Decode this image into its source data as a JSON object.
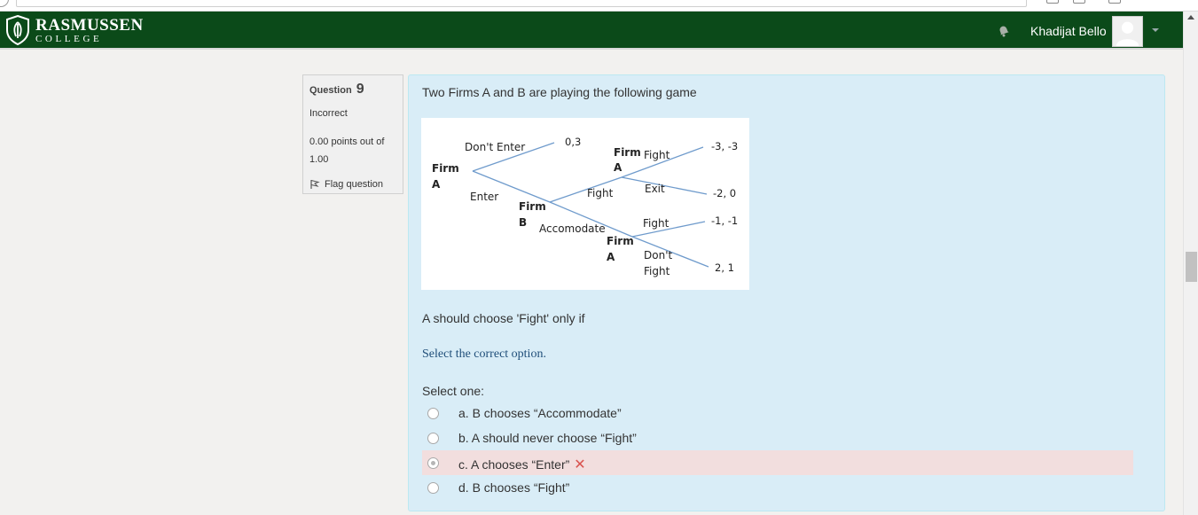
{
  "brand": {
    "name_line1": "RASMUSSEN",
    "name_line2": "COLLEGE"
  },
  "user": {
    "name": "Khadijat Bello"
  },
  "icons": {
    "notifications": "bell-icon",
    "flag": "flag-icon",
    "incorrect": "cross-icon"
  },
  "colors": {
    "navbar": "#0b4a19",
    "content_bg": "#d9edf7",
    "incorrect_bg": "#f2dede",
    "incorrect_mark": "#d9534f"
  },
  "question_info": {
    "label": "Question",
    "number": "9",
    "state": "Incorrect",
    "grade": "0.00 points out of 1.00",
    "flag_label": "Flag question"
  },
  "question": {
    "text": "Two Firms A and B are playing the following game",
    "sub_text": "A should choose 'Fight' only if",
    "hint": "Select the correct option.",
    "select_label": "Select one:",
    "options": [
      {
        "label": "a. B chooses “Accommodate”",
        "selected": false
      },
      {
        "label": "b. A should never choose “Fight”",
        "selected": false
      },
      {
        "label": "c. A chooses “Enter”",
        "selected": true,
        "result": "incorrect"
      },
      {
        "label": "d. B chooses “Fight”",
        "selected": false
      }
    ]
  },
  "game_tree": {
    "nodes": {
      "root_firm": "Firm",
      "root_letter": "A",
      "b_firm": "Firm",
      "b_letter": "B",
      "a_top_firm": "Firm",
      "a_top_letter": "A",
      "a_bottom_firm": "Firm",
      "a_bottom_letter": "A"
    },
    "branches": {
      "dont_enter": "Don't Enter",
      "enter": "Enter",
      "b_fight": "Fight",
      "b_accomodate": "Accomodate",
      "a_fight": "Fight",
      "a_exit": "Exit",
      "a2_fight": "Fight",
      "a2_dont_line1": "Don't",
      "a2_dont_line2": "Fight"
    },
    "payoffs": {
      "dont_enter": "0,3",
      "fight_fight": "-3, -3",
      "fight_exit": "-2, 0",
      "acc_fight": "-1, -1",
      "acc_dont_fight": "2, 1"
    }
  }
}
